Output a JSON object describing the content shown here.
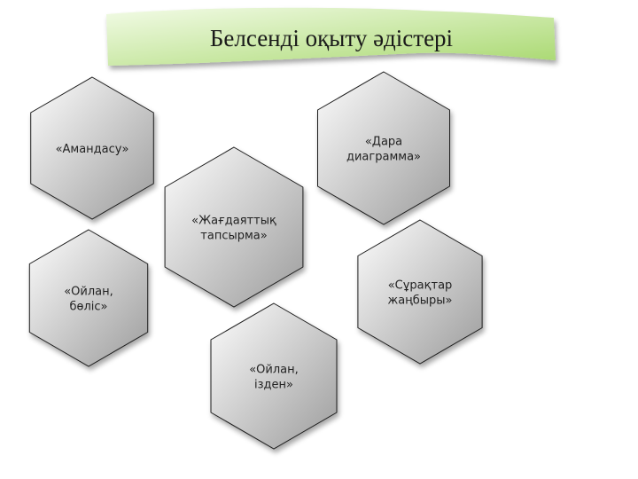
{
  "title": "Белсенді оқыту әдістері",
  "colors": {
    "banner_light": "#f2fbe6",
    "banner_dark": "#a8d86f",
    "hex_light": "#fdfdfd",
    "hex_dark": "#9c9c9c",
    "hex_stroke": "#1e1e1e"
  },
  "methods": [
    {
      "id": "amandasu",
      "lines": [
        "«Амандасу»"
      ]
    },
    {
      "id": "dara-diagramma",
      "lines": [
        "«Дара",
        "диаграмма»"
      ]
    },
    {
      "id": "zhagdayattyk-tapsyrma",
      "lines": [
        "«Жағдаяттық",
        "тапсырма»"
      ]
    },
    {
      "id": "oylan-bolis",
      "lines": [
        "«Ойлан,",
        "бөліс»"
      ]
    },
    {
      "id": "suraktar-zhanbyry",
      "lines": [
        "«Сұрақтар",
        "жаңбыры»"
      ]
    },
    {
      "id": "oylan-izden",
      "lines": [
        "«Ойлан,",
        "ізден»"
      ]
    }
  ]
}
